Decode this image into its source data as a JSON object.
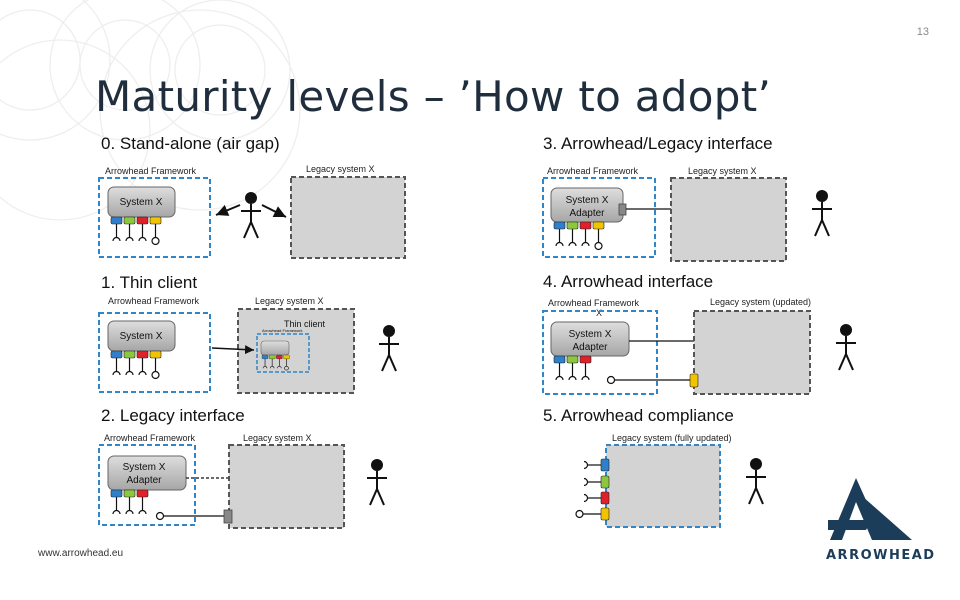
{
  "slide": {
    "page_number": "13",
    "title": "Maturity levels – ’How to adopt’",
    "footer_url": "www.arrowhead.eu",
    "logo_text": "ARROWHEAD"
  },
  "levels": {
    "l0": {
      "heading": "0. Stand-alone (air gap)",
      "framework": "Arrowhead Framework",
      "system": "System X",
      "legacy": "Legacy system X"
    },
    "l1": {
      "heading": "1. Thin client",
      "framework": "Arrowhead Framework",
      "system": "System X",
      "legacy": "Legacy system X",
      "thin_client": "Thin client",
      "tiny_framework": "Arrowhead Framework"
    },
    "l2": {
      "heading": "2. Legacy interface",
      "framework": "Arrowhead Framework",
      "system_line1": "System X",
      "system_line2": "Adapter",
      "legacy": "Legacy system X"
    },
    "l3": {
      "heading": "3. Arrowhead/Legacy interface",
      "framework": "Arrowhead Framework",
      "system_line1": "System X",
      "system_line2": "Adapter",
      "legacy": "Legacy system X"
    },
    "l4": {
      "heading": "4. Arrowhead  interface",
      "framework": "Arrowhead Framework",
      "cross": "X",
      "system_line1": "System X",
      "system_line2": "Adapter",
      "legacy": "Legacy system (updated)"
    },
    "l5": {
      "heading": "5. Arrowhead  compliance",
      "legacy": "Legacy system (fully updated)"
    }
  },
  "colors": {
    "framework_border": "#2f86c8",
    "legacy_border": "#555555",
    "legacy_fill": "#d3d3d3",
    "port_blue": "#2f7fcb",
    "port_green": "#8dc63f",
    "port_red": "#e0202a",
    "port_yellow": "#f2c300",
    "logo_navy": "#1c3d5a"
  }
}
